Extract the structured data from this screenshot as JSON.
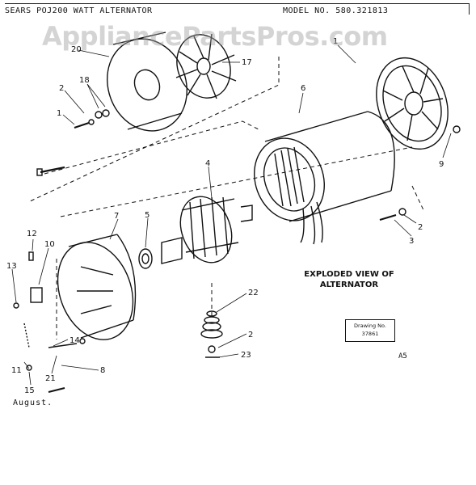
{
  "header": {
    "left": "SEARS POJ200 WATT ALTERNATOR",
    "right": "MODEL NO. 580.321813"
  },
  "watermark": "AppliancePartsPros.com",
  "title": {
    "line1": "EXPLODED VIEW OF",
    "line2": "ALTERNATOR"
  },
  "drawing_box": {
    "label": "Drawing No.",
    "number": "37861"
  },
  "sheet_code": "A5",
  "footer_month": "August.",
  "callouts": [
    "20",
    "17",
    "1",
    "6",
    "2",
    "18",
    "1",
    "9",
    "4",
    "7",
    "5",
    "2",
    "3",
    "12",
    "10",
    "13",
    "22",
    "2",
    "23",
    "14",
    "11",
    "8",
    "21",
    "15"
  ]
}
